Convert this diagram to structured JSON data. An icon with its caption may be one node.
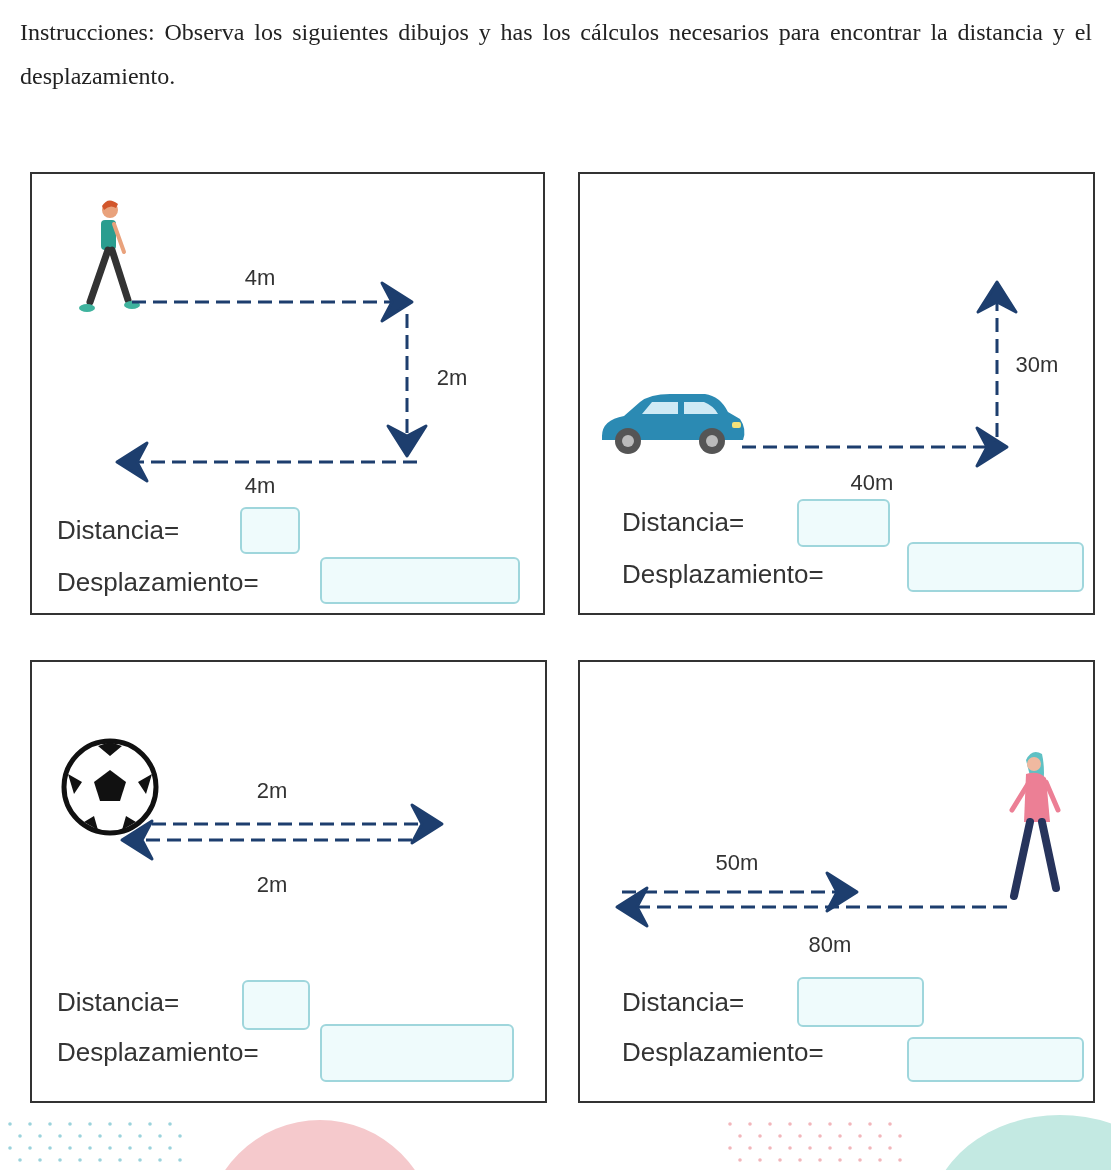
{
  "diagram": {
    "title": "Instrucciones: Observa los siguientes dibujos y has los cálculos necesarios para encontrar la distancia y el desplazamiento.",
    "nodes": [
      {
        "text": [
          "4m",
          "2m",
          "4m",
          "Distancia=",
          "Desplazamiento="
        ]
      },
      {
        "text": [
          "30m",
          "40m",
          "Distancia=",
          "Desplazamiento="
        ]
      },
      {
        "text": [
          "2m",
          "2m",
          "Distancia=",
          "Desplazamiento="
        ]
      },
      {
        "text": [
          "50m",
          "80m",
          "Distancia=",
          "Desplazamiento="
        ]
      }
    ]
  }
}
